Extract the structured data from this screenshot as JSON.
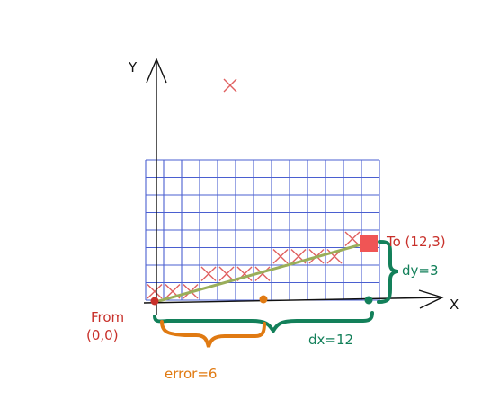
{
  "axes": {
    "x_label": "X",
    "y_label": "Y"
  },
  "start": {
    "label_line1": "From",
    "label_line2": "(0,0)"
  },
  "end": {
    "label": "To (12,3)"
  },
  "measures": {
    "dy": "dy=3",
    "dx": "dx=12",
    "error": "error=6"
  },
  "grid": {
    "columns": 13,
    "rows": 8
  },
  "line": {
    "from": [
      0,
      0
    ],
    "to": [
      12,
      3
    ]
  },
  "plotted_cells": [
    [
      0,
      0
    ],
    [
      1,
      0
    ],
    [
      2,
      0
    ],
    [
      3,
      1
    ],
    [
      4,
      1
    ],
    [
      5,
      1
    ],
    [
      6,
      1
    ],
    [
      7,
      2
    ],
    [
      8,
      2
    ],
    [
      9,
      2
    ],
    [
      10,
      2
    ],
    [
      11,
      3
    ]
  ],
  "colors": {
    "grid": "#4a5fd0",
    "cross": "#e06060",
    "start": "#c8302a",
    "end": "#f05555",
    "error": "#e07a12",
    "delta": "#13805a",
    "line": "#9aae5a",
    "axis": "#111111"
  }
}
